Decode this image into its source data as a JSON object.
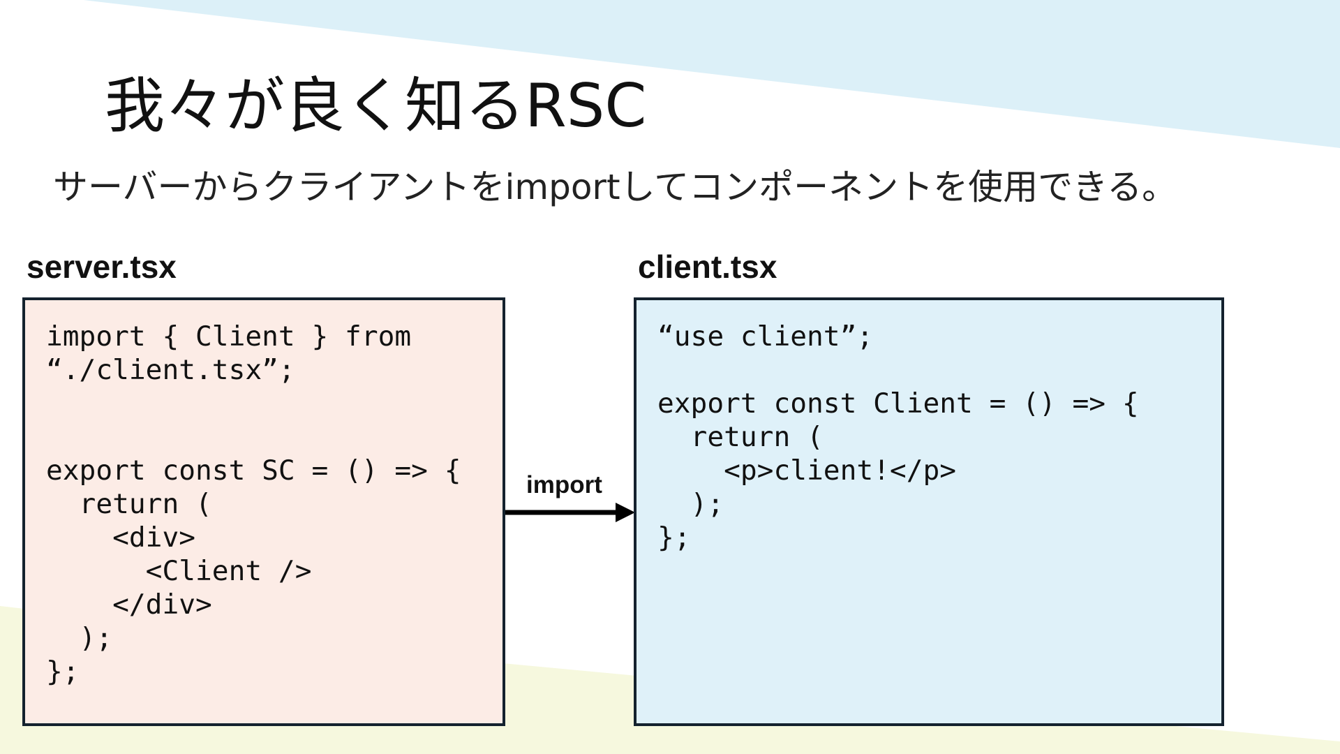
{
  "slide": {
    "title": "我々が良く知るRSC",
    "subtitle": "サーバーからクライアントをimportしてコンポーネントを使用できる。"
  },
  "diagram": {
    "server_file": {
      "filename": "server.tsx",
      "code": "import { Client } from\n“./client.tsx”;\n\n\nexport const SC = () => {\n  return (\n    <div>\n      <Client />\n    </div>\n  );\n};"
    },
    "client_file": {
      "filename": "client.tsx",
      "code": "“use client”;\n\nexport const Client = () => {\n  return (\n    <p>client!</p>\n  );\n};"
    },
    "edge": {
      "from": "server.tsx",
      "to": "client.tsx",
      "label": "import"
    }
  },
  "colors": {
    "server_box_fill": "#fcece6",
    "client_box_fill": "#dff1f9",
    "box_border": "#14222e",
    "background_top_band": "#dcf0f8",
    "background_bottom_band": "#f6f8de",
    "text": "#111111"
  }
}
